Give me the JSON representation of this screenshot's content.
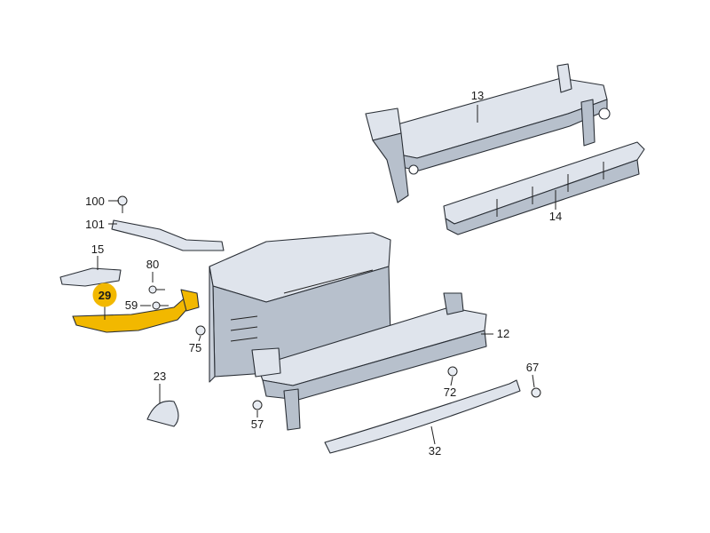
{
  "highlight_color": "#f2b800",
  "part_fill": "#dfe4ec",
  "part_shade": "#b7c0cc",
  "callouts": {
    "c13": "13",
    "c14": "14",
    "c100": "100",
    "c101": "101",
    "c15": "15",
    "c29": "29",
    "c80": "80",
    "c59": "59",
    "c75": "75",
    "c12": "12",
    "c23": "23",
    "c72": "72",
    "c67": "67",
    "c57": "57",
    "c32": "32"
  }
}
